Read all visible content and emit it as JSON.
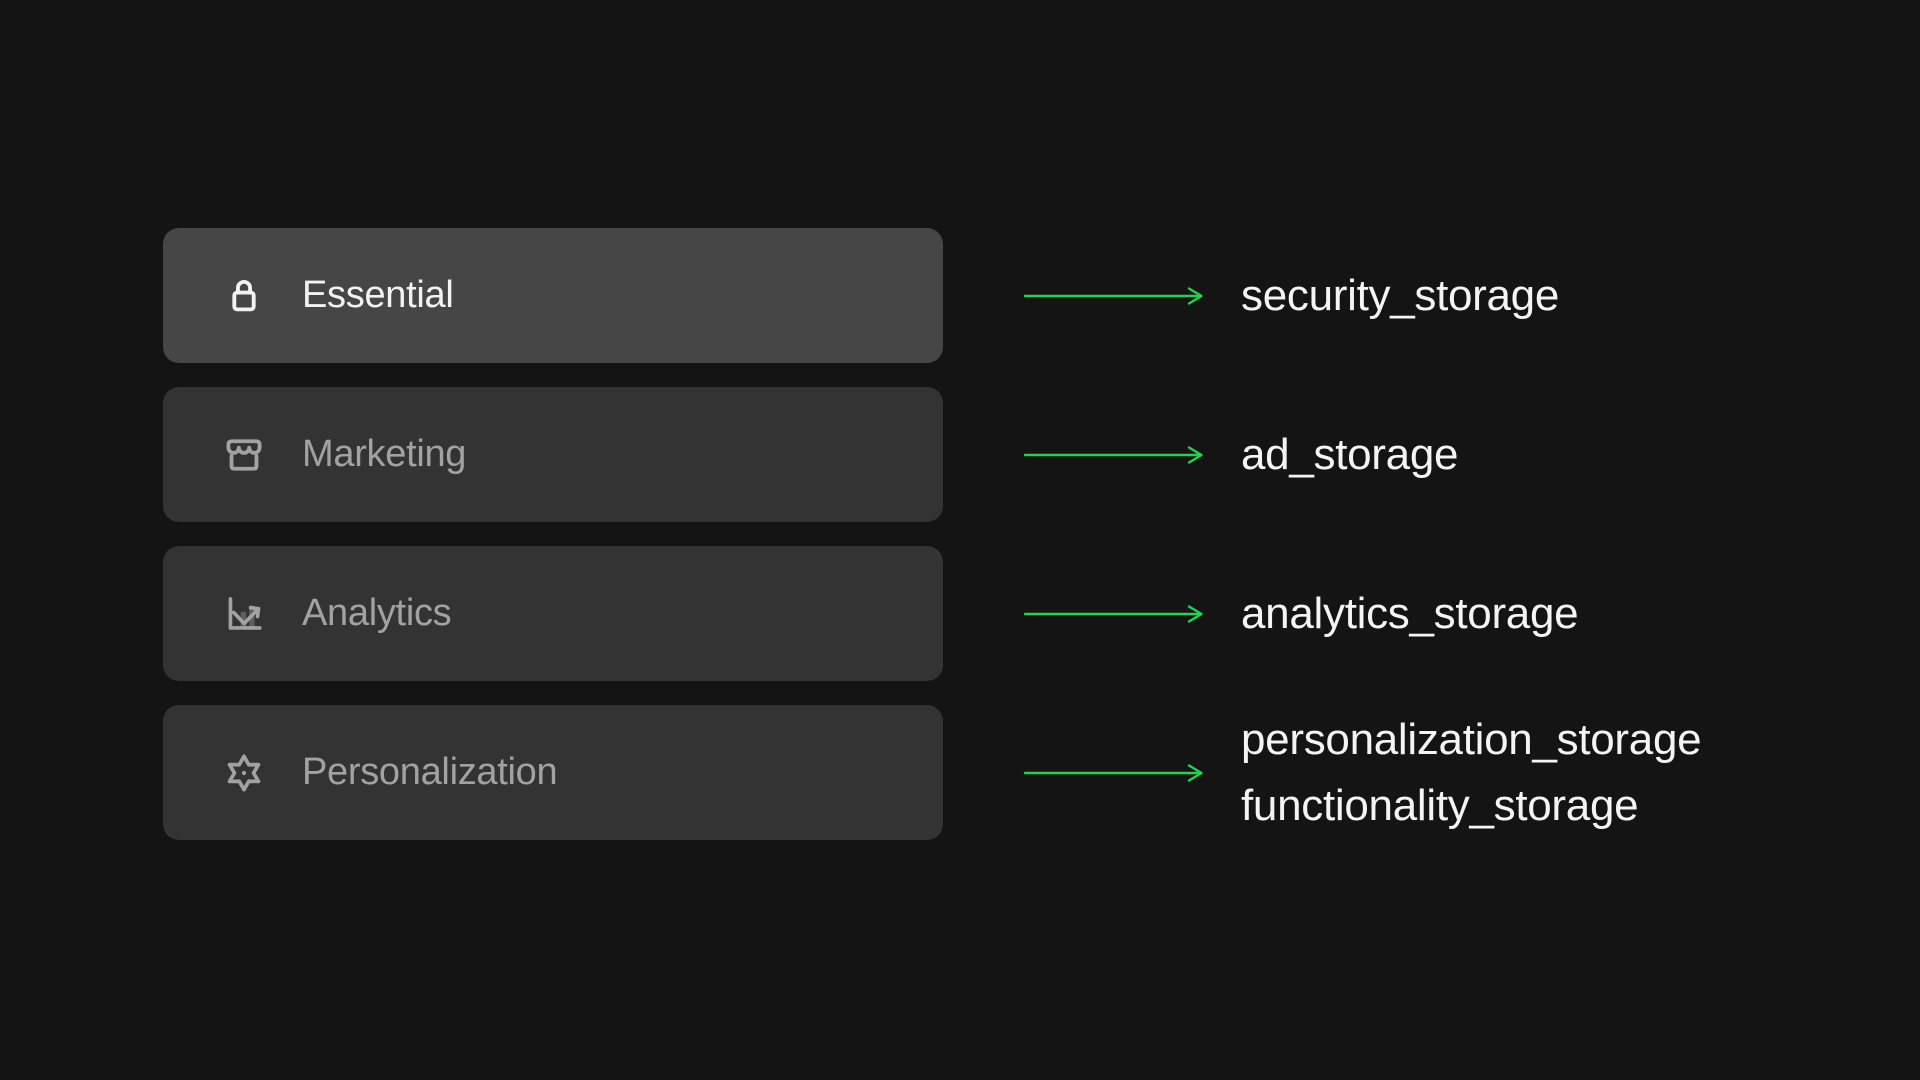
{
  "colors": {
    "bg": "#141414",
    "card_bg": "#333333",
    "card_active_bg": "#464646",
    "fg_active": "#f2f2f2",
    "fg_dim": "#a2a2a2",
    "key_fg": "#f4f4f4",
    "arrow": "#22d34f"
  },
  "rows": [
    {
      "category": "Essential",
      "icon": "lock-icon",
      "active": true,
      "storage_keys": [
        "security_storage"
      ]
    },
    {
      "category": "Marketing",
      "icon": "store-icon",
      "active": false,
      "storage_keys": [
        "ad_storage"
      ]
    },
    {
      "category": "Analytics",
      "icon": "chart-trend-icon",
      "active": false,
      "storage_keys": [
        "analytics_storage"
      ]
    },
    {
      "category": "Personalization",
      "icon": "flower-icon",
      "active": false,
      "storage_keys": [
        "personalization_storage",
        "functionality_storage"
      ]
    }
  ]
}
